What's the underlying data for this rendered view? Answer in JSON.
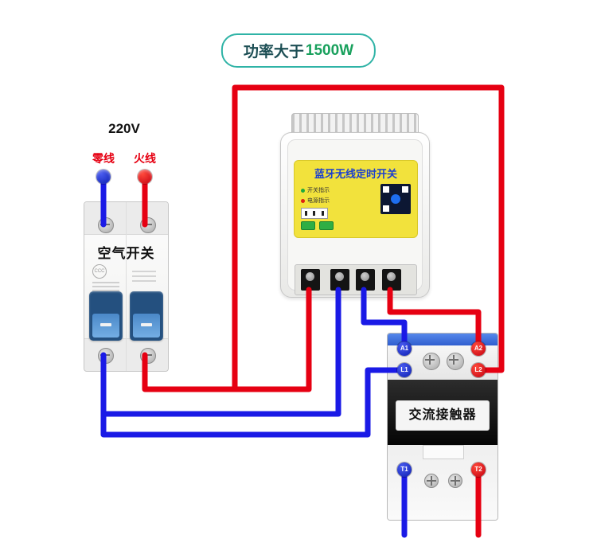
{
  "banner": {
    "prefix": "功率大于",
    "highlight": "1500W"
  },
  "supply": {
    "voltage": "220V",
    "neutral_label": "零线",
    "live_label": "火线"
  },
  "breaker": {
    "name": "空气开关",
    "cert_mark": "CCC"
  },
  "timer": {
    "title": "蓝牙无线定时开关",
    "indicator_switch": "开关指示",
    "indicator_power": "电源指示"
  },
  "contactor": {
    "name": "交流接触器",
    "terminals": {
      "a1": "A1",
      "a2": "A2",
      "l1": "L1",
      "l2": "L2",
      "t1": "T1",
      "t2": "T2"
    }
  },
  "colors": {
    "wire_red": "#e60012",
    "wire_blue": "#1a1ae6",
    "pill_border": "#2fb3a6",
    "pill_highlight_green": "#18a05c",
    "timer_panel_yellow": "#f2e23c",
    "timer_title_blue": "#1a3fd0"
  }
}
